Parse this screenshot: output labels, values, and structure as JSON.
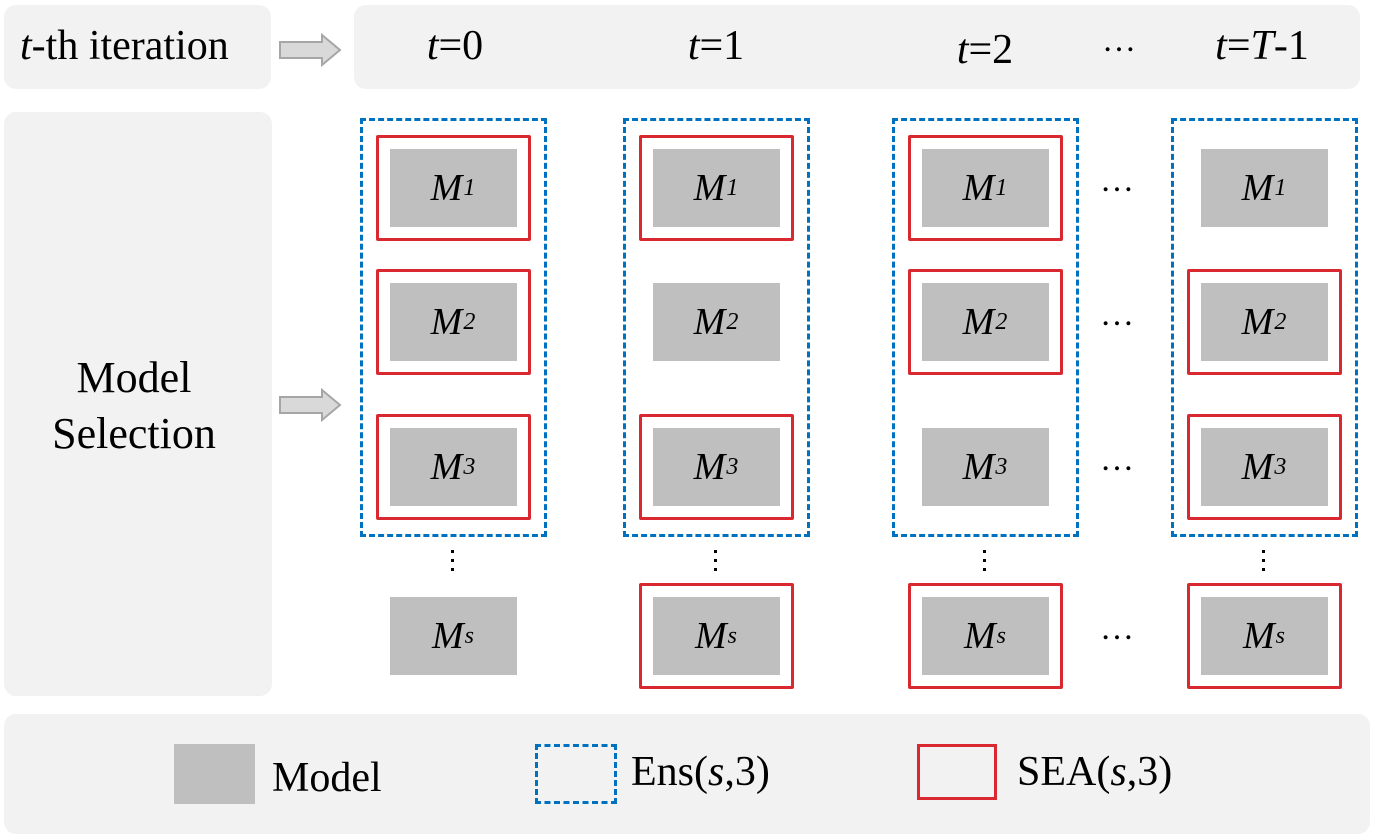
{
  "header": {
    "iteration_label_italic": "t",
    "iteration_label_rest": "-th iteration",
    "iterations": [
      {
        "var": "t",
        "eq": "=",
        "value_italic": "",
        "value": "0"
      },
      {
        "var": "t",
        "eq": "=",
        "value_italic": "",
        "value": "1"
      },
      {
        "var": "t",
        "eq": "=",
        "value_italic": "",
        "value": "2"
      },
      {
        "var": "t",
        "eq": "=",
        "value_italic": "T",
        "value": "-1"
      }
    ],
    "ellipsis": "…"
  },
  "selection": {
    "label_line1": "Model",
    "label_line2": "Selection"
  },
  "columns": [
    {
      "iteration": "t=0",
      "models": [
        {
          "name": "M",
          "sub": "1",
          "sea": true
        },
        {
          "name": "M",
          "sub": "2",
          "sea": true
        },
        {
          "name": "M",
          "sub": "3",
          "sea": true
        },
        {
          "name": "M",
          "sub": "s",
          "sea": false
        }
      ]
    },
    {
      "iteration": "t=1",
      "models": [
        {
          "name": "M",
          "sub": "1",
          "sea": true
        },
        {
          "name": "M",
          "sub": "2",
          "sea": false
        },
        {
          "name": "M",
          "sub": "3",
          "sea": true
        },
        {
          "name": "M",
          "sub": "s",
          "sea": true
        }
      ]
    },
    {
      "iteration": "t=2",
      "models": [
        {
          "name": "M",
          "sub": "1",
          "sea": true
        },
        {
          "name": "M",
          "sub": "2",
          "sea": true
        },
        {
          "name": "M",
          "sub": "3",
          "sea": false
        },
        {
          "name": "M",
          "sub": "s",
          "sea": true
        }
      ]
    },
    {
      "iteration": "t=T-1",
      "models": [
        {
          "name": "M",
          "sub": "1",
          "sea": false
        },
        {
          "name": "M",
          "sub": "2",
          "sea": true
        },
        {
          "name": "M",
          "sub": "3",
          "sea": true
        },
        {
          "name": "M",
          "sub": "s",
          "sea": true
        }
      ]
    }
  ],
  "legend": {
    "model": "Model",
    "ens_prefix": "Ens(",
    "ens_var": "s",
    "ens_suffix": ",3)",
    "sea_prefix": "SEA(",
    "sea_var": "s",
    "sea_suffix": ",3)"
  },
  "colors": {
    "panel_bg": "#f2f2f2",
    "model_fill": "#bfbfbf",
    "ens_border": "#0070c0",
    "sea_border": "#d9282f",
    "arrow_fill": "#d9d9d9",
    "arrow_stroke": "#a6a6a6"
  }
}
